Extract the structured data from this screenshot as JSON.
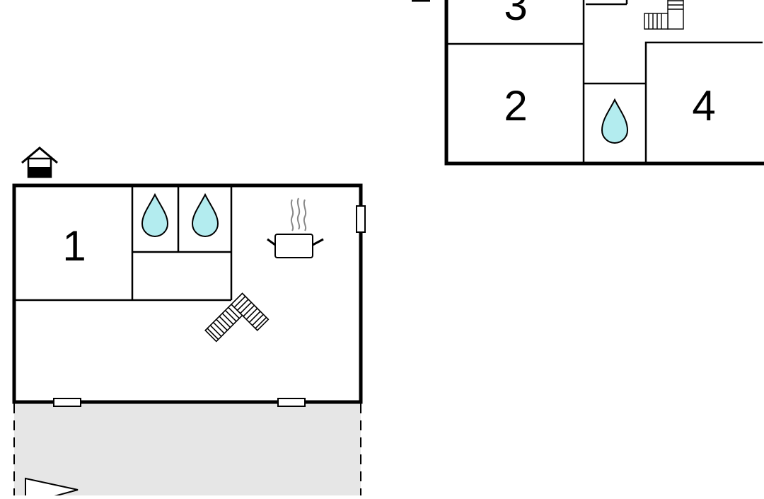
{
  "plan": {
    "ground_floor": {
      "rooms": [
        {
          "label": "1"
        }
      ],
      "icons": [
        "house-icon",
        "water-drop-icon",
        "water-drop-icon",
        "cooking-pot-icon",
        "stairs-icon"
      ],
      "terrace": "terrace-area"
    },
    "upper_floor": {
      "rooms": [
        {
          "label": "3"
        },
        {
          "label": "2"
        },
        {
          "label": "4"
        }
      ],
      "icons": [
        "water-drop-icon",
        "stairs-icon"
      ]
    }
  },
  "colors": {
    "wall": "#000000",
    "water": "#b3ecef",
    "terrace": "#e6e6e6",
    "steam": "#888888"
  }
}
